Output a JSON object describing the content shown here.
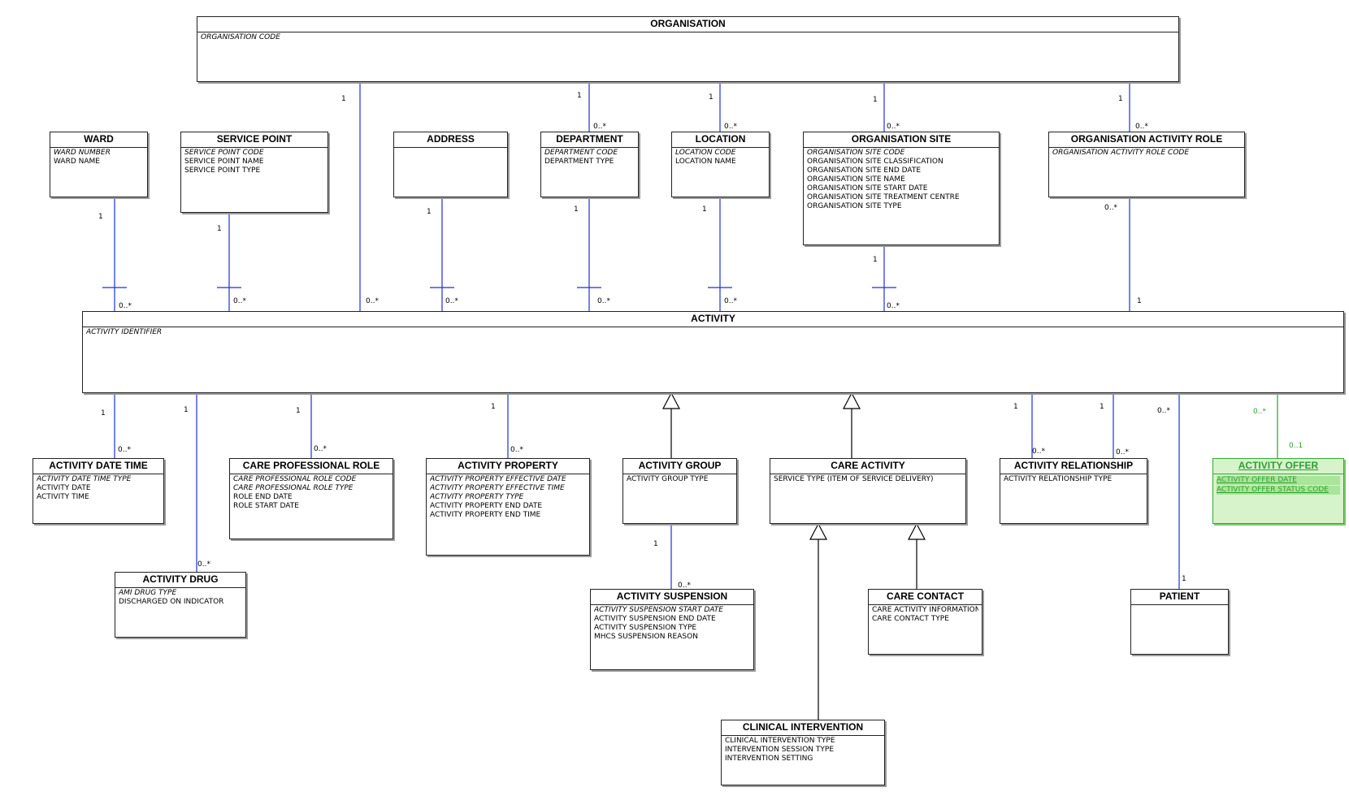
{
  "colors": {
    "link": "#1f2fd9",
    "inherit": "#000000",
    "highlight": "#2f9e2f"
  },
  "entities": {
    "organisation": {
      "name": "ORGANISATION",
      "attributes": [
        "ORGANISATION CODE"
      ]
    },
    "ward": {
      "name": "WARD",
      "attributes": [
        "WARD NUMBER",
        "WARD NAME"
      ]
    },
    "service_point": {
      "name": "SERVICE POINT",
      "attributes": [
        "SERVICE POINT CODE",
        "SERVICE POINT NAME",
        "SERVICE POINT TYPE"
      ]
    },
    "address": {
      "name": "ADDRESS",
      "attributes": []
    },
    "department": {
      "name": "DEPARTMENT",
      "attributes": [
        "DEPARTMENT CODE",
        "DEPARTMENT TYPE"
      ]
    },
    "location": {
      "name": "LOCATION",
      "attributes": [
        "LOCATION CODE",
        "LOCATION NAME"
      ]
    },
    "organisation_site": {
      "name": "ORGANISATION SITE",
      "attributes": [
        "ORGANISATION SITE CODE",
        "ORGANISATION SITE CLASSIFICATION",
        "ORGANISATION SITE END DATE",
        "ORGANISATION SITE NAME",
        "ORGANISATION SITE START DATE",
        "ORGANISATION SITE TREATMENT CENTRE",
        "ORGANISATION SITE TYPE"
      ]
    },
    "organisation_activity_role": {
      "name": "ORGANISATION ACTIVITY ROLE",
      "attributes": [
        "ORGANISATION ACTIVITY ROLE CODE"
      ]
    },
    "activity": {
      "name": "ACTIVITY",
      "attributes": [
        "ACTIVITY IDENTIFIER"
      ]
    },
    "activity_date_time": {
      "name": "ACTIVITY DATE TIME",
      "attributes": [
        "ACTIVITY DATE TIME TYPE",
        "ACTIVITY DATE",
        "ACTIVITY TIME"
      ]
    },
    "activity_drug": {
      "name": "ACTIVITY DRUG",
      "attributes": [
        "AMI DRUG TYPE",
        "DISCHARGED ON INDICATOR"
      ]
    },
    "care_professional_role": {
      "name": "CARE PROFESSIONAL ROLE",
      "attributes": [
        "CARE PROFESSIONAL ROLE CODE",
        "CARE PROFESSIONAL ROLE TYPE",
        "ROLE END DATE",
        "ROLE START DATE"
      ]
    },
    "activity_property": {
      "name": "ACTIVITY PROPERTY",
      "attributes": [
        "ACTIVITY PROPERTY EFFECTIVE DATE",
        "ACTIVITY PROPERTY EFFECTIVE TIME",
        "ACTIVITY PROPERTY TYPE",
        "ACTIVITY PROPERTY END DATE",
        "ACTIVITY PROPERTY END TIME"
      ]
    },
    "activity_group": {
      "name": "ACTIVITY GROUP",
      "attributes": [
        "ACTIVITY GROUP TYPE"
      ]
    },
    "activity_suspension": {
      "name": "ACTIVITY SUSPENSION",
      "attributes": [
        "ACTIVITY SUSPENSION START DATE",
        "ACTIVITY SUSPENSION END DATE",
        "ACTIVITY SUSPENSION TYPE",
        "MHCS SUSPENSION REASON"
      ]
    },
    "care_activity": {
      "name": "CARE ACTIVITY",
      "attributes": [
        "SERVICE TYPE (ITEM OF SERVICE DELIVERY)"
      ]
    },
    "care_contact": {
      "name": "CARE CONTACT",
      "attributes": [
        "CARE ACTIVITY INFORMATION",
        "CARE CONTACT TYPE"
      ]
    },
    "clinical_intervention": {
      "name": "CLINICAL INTERVENTION",
      "attributes": [
        "CLINICAL INTERVENTION TYPE",
        "INTERVENTION SESSION TYPE",
        "INTERVENTION SETTING"
      ]
    },
    "activity_relationship": {
      "name": "ACTIVITY RELATIONSHIP",
      "attributes": [
        "ACTIVITY RELATIONSHIP TYPE"
      ]
    },
    "patient": {
      "name": "PATIENT",
      "attributes": []
    },
    "activity_offer": {
      "name": "ACTIVITY OFFER",
      "attributes": [
        "ACTIVITY OFFER DATE",
        "ACTIVITY OFFER STATUS CODE"
      ]
    }
  },
  "relationships": [
    {
      "from": "ward",
      "to": "activity",
      "from_mult": "1",
      "to_mult": "0..*"
    },
    {
      "from": "service_point",
      "to": "activity",
      "from_mult": "1",
      "to_mult": "0..*"
    },
    {
      "from": "organisation",
      "to": "activity",
      "from_mult": "1",
      "to_mult": "0..*"
    },
    {
      "from": "address",
      "to": "activity",
      "from_mult": "1",
      "to_mult": "0..*"
    },
    {
      "from": "organisation",
      "to": "department",
      "from_mult": "1",
      "to_mult": "0..*"
    },
    {
      "from": "department",
      "to": "activity",
      "from_mult": "1",
      "to_mult": "0..*"
    },
    {
      "from": "organisation",
      "to": "location",
      "from_mult": "1",
      "to_mult": "0..*"
    },
    {
      "from": "location",
      "to": "activity",
      "from_mult": "1",
      "to_mult": "0..*"
    },
    {
      "from": "organisation",
      "to": "organisation_site",
      "from_mult": "1",
      "to_mult": "0..*"
    },
    {
      "from": "organisation_site",
      "to": "activity",
      "from_mult": "1",
      "to_mult": "0..*"
    },
    {
      "from": "organisation",
      "to": "organisation_activity_role",
      "from_mult": "1",
      "to_mult": "0..*"
    },
    {
      "from": "organisation_activity_role",
      "to": "activity",
      "from_mult": "0..*",
      "to_mult": "1"
    },
    {
      "from": "activity",
      "to": "activity_date_time",
      "from_mult": "1",
      "to_mult": "0..*"
    },
    {
      "from": "activity",
      "to": "activity_drug",
      "from_mult": "1",
      "to_mult": "0..*"
    },
    {
      "from": "activity",
      "to": "care_professional_role",
      "from_mult": "1",
      "to_mult": "0..*"
    },
    {
      "from": "activity",
      "to": "activity_property",
      "from_mult": "1",
      "to_mult": "0..*"
    },
    {
      "from": "activity_group",
      "to": "activity_suspension",
      "from_mult": "1",
      "to_mult": "0..*"
    },
    {
      "from": "activity",
      "to": "activity_relationship",
      "from_mult": "1",
      "to_mult": "0..*"
    },
    {
      "from": "activity",
      "to": "activity_relationship",
      "from_mult": "1",
      "to_mult": "0..*"
    },
    {
      "from": "activity",
      "to": "patient",
      "from_mult": "0..*",
      "to_mult": "1"
    },
    {
      "from": "activity",
      "to": "activity_offer",
      "from_mult": "0..*",
      "to_mult": "0..1"
    }
  ],
  "generalizations": [
    {
      "child": "activity_group",
      "parent": "activity"
    },
    {
      "child": "care_activity",
      "parent": "activity"
    },
    {
      "child": "clinical_intervention",
      "parent": "care_activity"
    },
    {
      "child": "care_contact",
      "parent": "care_activity"
    }
  ]
}
